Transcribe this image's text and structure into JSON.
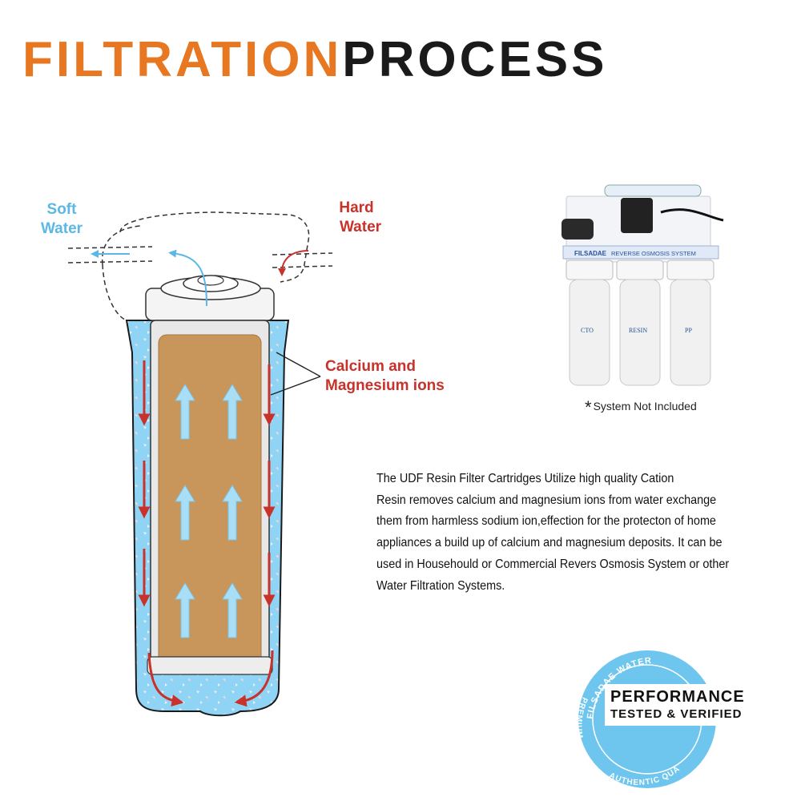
{
  "title": {
    "part1": "FILTRATION",
    "part2": "PROCESS"
  },
  "labels": {
    "soft_line1": "Soft",
    "soft_line2": "Water",
    "hard_line1": "Hard",
    "hard_line2": "Water",
    "ions_line1": "Calcium and",
    "ions_line2": "Magnesium ions"
  },
  "product": {
    "brand": "FILSADAE",
    "system_banner": "REVERSE OSMOSIS SYSTEM",
    "housings": [
      "CTO",
      "RESIN",
      "PP"
    ],
    "note_star": "*",
    "note_text": "System Not Included"
  },
  "description": [
    "The UDF Resin  Filter Cartridges Utilize high quality Cation",
    "Resin removes calcium and magnesium ions from water exchange",
    "them from harmless sodium ion,effection for the protecton of home",
    "appliances a build up of calcium and magnesium deposits. It can be",
    "used in  Househould or Commercial Revers Osmosis System or other",
    "Water Filtration Systems."
  ],
  "badge": {
    "arc_top": "FILSADAE WATER",
    "arc_left": "PREMIUM",
    "arc_bottom": "AUTHENTIC  QUALITY",
    "line1": "PERFORMANCE",
    "line2": "TESTED & VERIFIED"
  },
  "colors": {
    "title_accent": "#E87722",
    "soft_water": "#5BB8E6",
    "hard_water": "#C8322B",
    "resin": "#C8965A",
    "water": "#8FD3F5",
    "badge": "#6EC6EE"
  }
}
